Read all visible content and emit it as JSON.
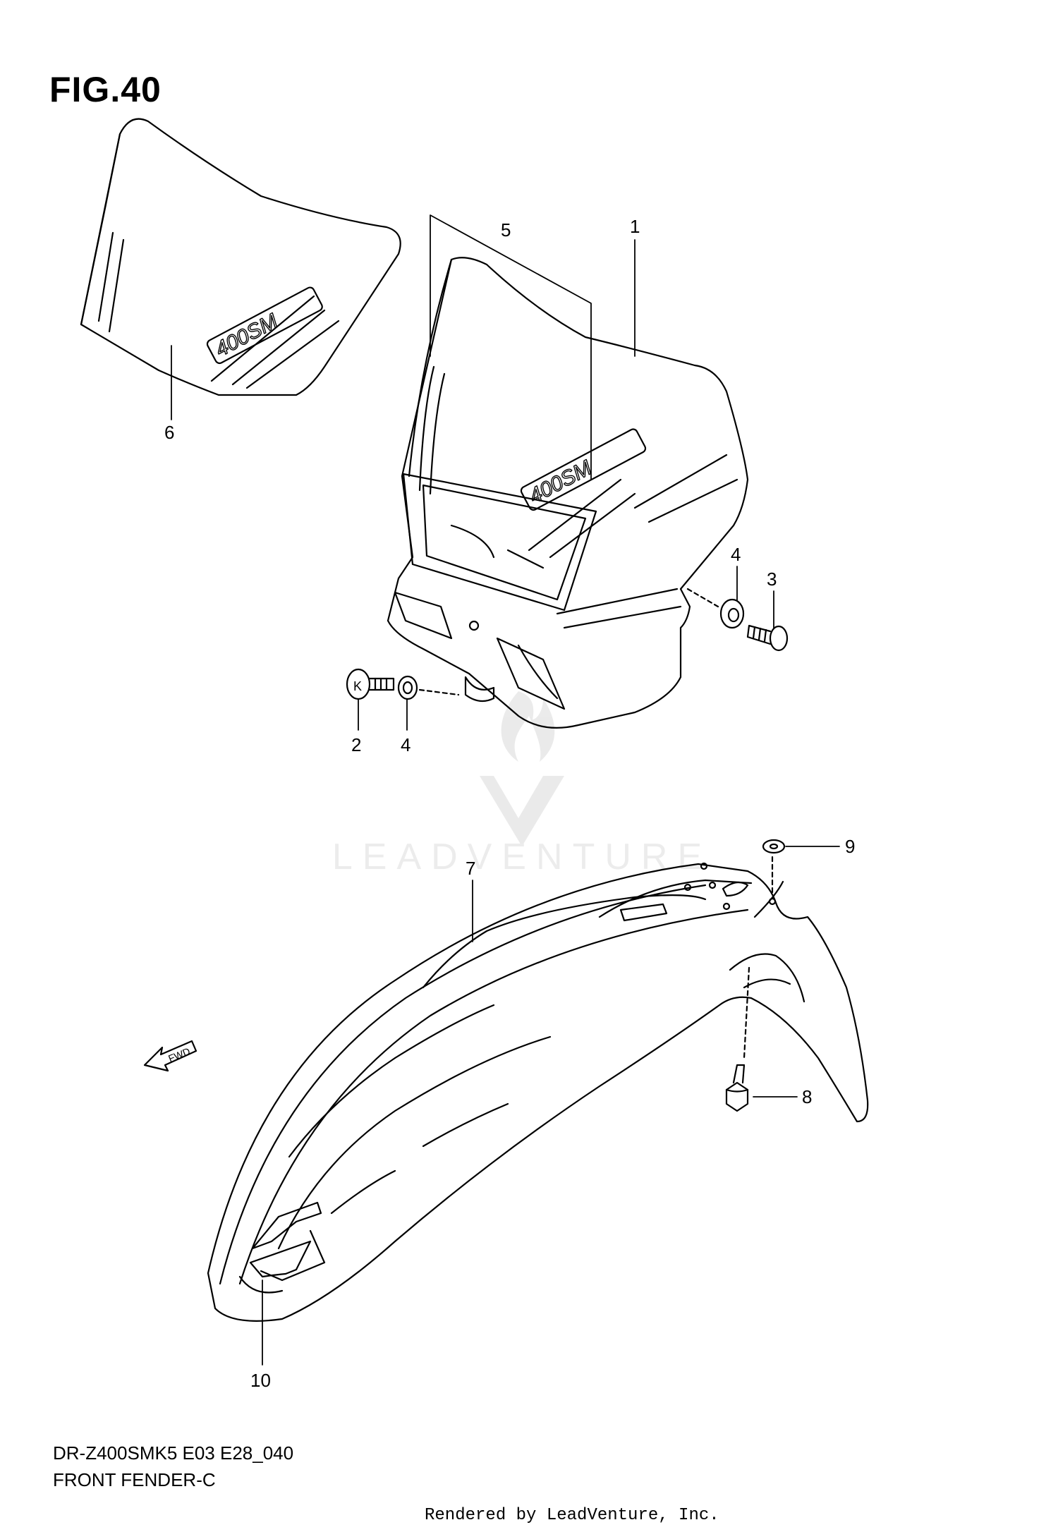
{
  "figure": {
    "title": "FIG.40"
  },
  "callouts": [
    {
      "id": "1",
      "label": "1"
    },
    {
      "id": "2",
      "label": "2"
    },
    {
      "id": "3",
      "label": "3"
    },
    {
      "id": "4a",
      "label": "4"
    },
    {
      "id": "4b",
      "label": "4"
    },
    {
      "id": "5",
      "label": "5"
    },
    {
      "id": "6",
      "label": "6"
    },
    {
      "id": "7",
      "label": "7"
    },
    {
      "id": "8",
      "label": "8"
    },
    {
      "id": "9",
      "label": "9"
    },
    {
      "id": "10",
      "label": "10"
    }
  ],
  "decals": {
    "visor_decal_a": "400SM",
    "visor_decal_b": "400SM",
    "fwd_arrow": "FWD"
  },
  "watermark": {
    "text": "LEADVENTURE"
  },
  "footer": {
    "model_code": "DR-Z400SMK5 E03 E28_040",
    "assembly_name": "FRONT FENDER-C",
    "rendered_by": "Rendered by LeadVenture, Inc."
  }
}
